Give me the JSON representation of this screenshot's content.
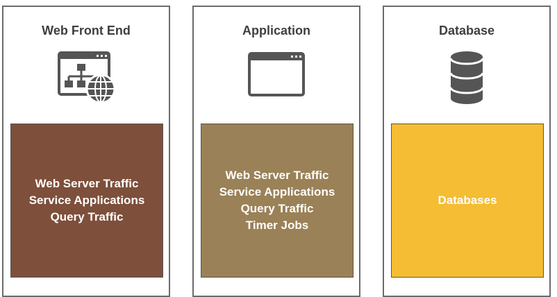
{
  "tiers": [
    {
      "title": "Web Front End",
      "icon": "web-server-globe-icon",
      "color": "#7e4f3b",
      "items": [
        "Web Server Traffic",
        "Service Applications",
        "Query Traffic"
      ]
    },
    {
      "title": "Application",
      "icon": "application-window-icon",
      "color": "#9a8157",
      "items": [
        "Web Server Traffic",
        "Service Applications",
        "Query Traffic",
        "Timer Jobs"
      ]
    },
    {
      "title": "Database",
      "icon": "database-icon",
      "color": "#f4bd33",
      "items": [
        "Databases"
      ]
    }
  ]
}
